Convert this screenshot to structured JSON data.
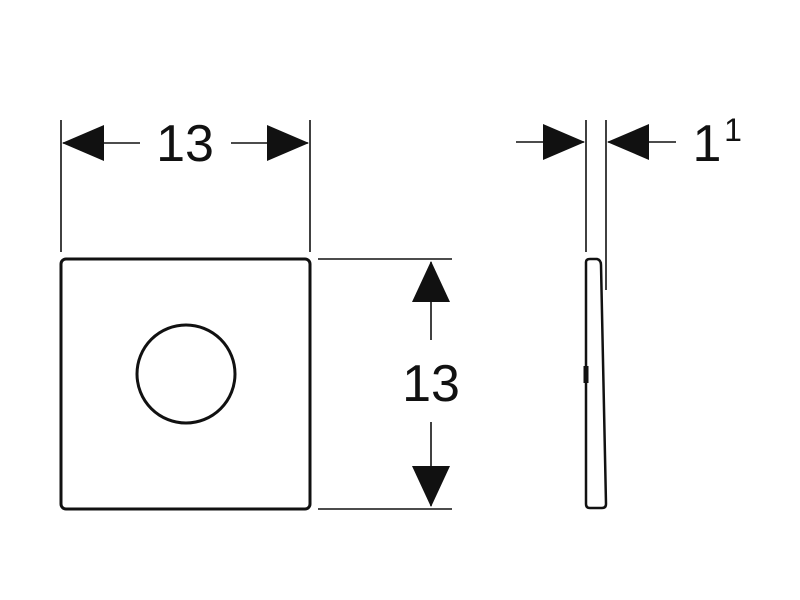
{
  "dimensions": {
    "front_width": "13",
    "front_height": "13",
    "side_thickness": "1",
    "side_thickness_superscript": "1"
  },
  "colors": {
    "line": "#111111",
    "background": "#ffffff"
  }
}
